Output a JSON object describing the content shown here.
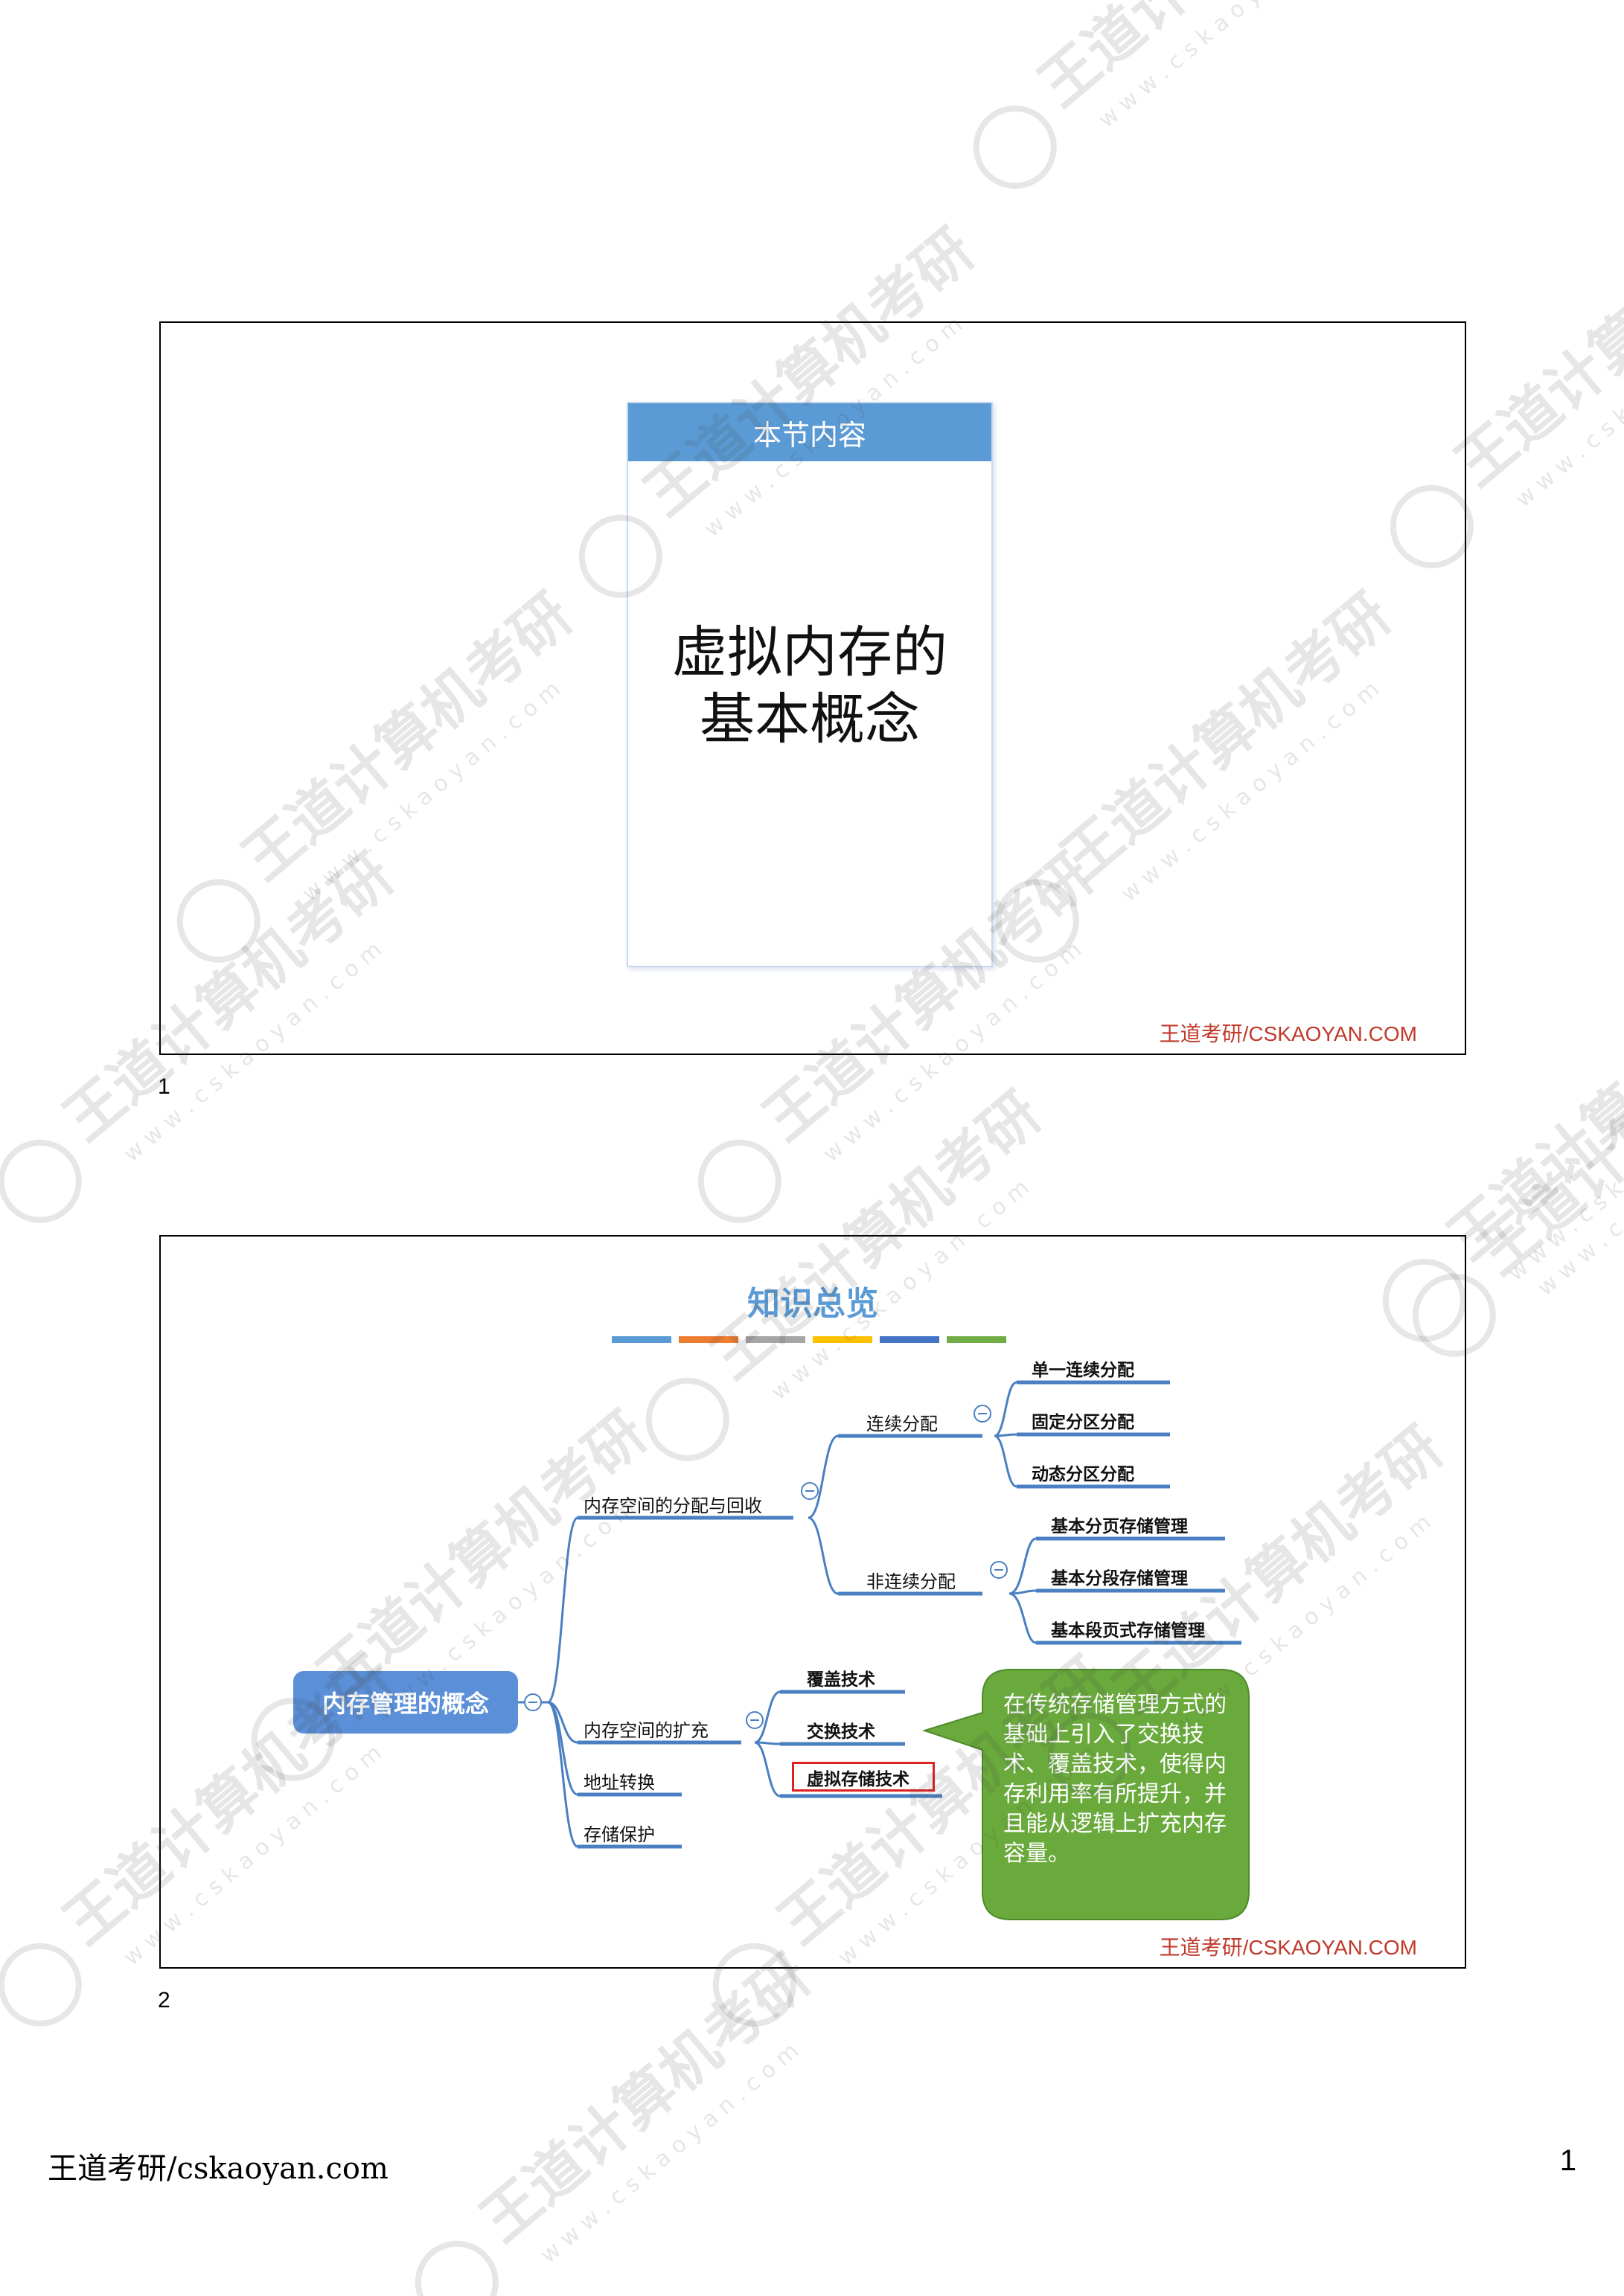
{
  "slide1": {
    "number": "1",
    "card_header": "本节内容",
    "card_title_line1": "虚拟内存的",
    "card_title_line2": "基本概念",
    "brand": "王道考研/CSKAOYAN.COM"
  },
  "slide2": {
    "number": "2",
    "title": "知识总览",
    "title_bar_colors": [
      "#5b9bd5",
      "#ed7d31",
      "#a5a5a5",
      "#ffc000",
      "#4472c4",
      "#70ad47"
    ],
    "root": "内存管理的概念",
    "branches": {
      "alloc": "内存空间的分配与回收",
      "continuous": "连续分配",
      "continuous_items": [
        "单一连续分配",
        "固定分区分配",
        "动态分区分配"
      ],
      "noncontinuous": "非连续分配",
      "noncontinuous_items": [
        "基本分页存储管理",
        "基本分段存储管理",
        "基本段页式存储管理"
      ],
      "expand": "内存空间的扩充",
      "expand_items": [
        "覆盖技术",
        "交换技术",
        "虚拟存储技术"
      ],
      "addr": "地址转换",
      "protect": "存储保护"
    },
    "collapse_symbol": "⊖",
    "callout": "在传统存储管理方式的基础上引入了交换技术、覆盖技术，使得内存利用率有所提升，并且能从逻辑上扩充内存容量。",
    "callout_color": "#6aaa3c",
    "brand": "王道考研/CSKAOYAN.COM"
  },
  "watermark": {
    "text": "王道计算机考研",
    "url": "w w w . c s k a o y a n . c o m"
  },
  "footer": {
    "left": "王道考研/cskaoyan.com",
    "page": "1"
  }
}
